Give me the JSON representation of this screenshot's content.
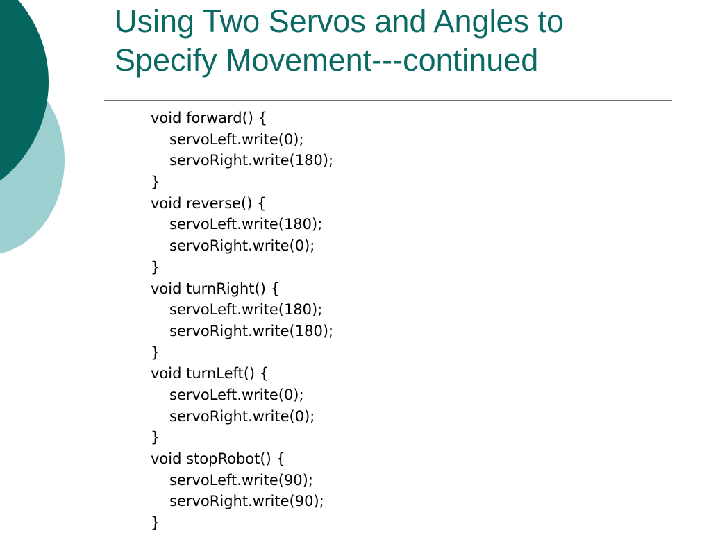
{
  "theme": {
    "title_color": "#0b6b64",
    "dark_circle": "#05665f",
    "light_circle": "#9ccfcf"
  },
  "slide": {
    "title_lines": [
      "Using Two Servos and Angles to",
      "Specify Movement---continued"
    ],
    "code_lines": [
      {
        "text": "void forward() {",
        "indent": 0
      },
      {
        "text": "servoLeft.write(0);",
        "indent": 1
      },
      {
        "text": "servoRight.write(180);",
        "indent": 1
      },
      {
        "text": "}",
        "indent": 0
      },
      {
        "text": "void reverse() {",
        "indent": 0
      },
      {
        "text": "servoLeft.write(180);",
        "indent": 1
      },
      {
        "text": "servoRight.write(0);",
        "indent": 1
      },
      {
        "text": "}",
        "indent": 0
      },
      {
        "text": "void turnRight() {",
        "indent": 0
      },
      {
        "text": "servoLeft.write(180);",
        "indent": 1
      },
      {
        "text": "servoRight.write(180);",
        "indent": 1
      },
      {
        "text": "}",
        "indent": 0
      },
      {
        "text": "void turnLeft() {",
        "indent": 0
      },
      {
        "text": "servoLeft.write(0);",
        "indent": 1
      },
      {
        "text": "servoRight.write(0);",
        "indent": 1
      },
      {
        "text": "}",
        "indent": 0
      },
      {
        "text": "void stopRobot() {",
        "indent": 0
      },
      {
        "text": "servoLeft.write(90);",
        "indent": 1
      },
      {
        "text": "servoRight.write(90);",
        "indent": 1
      },
      {
        "text": "}",
        "indent": 0
      }
    ]
  }
}
